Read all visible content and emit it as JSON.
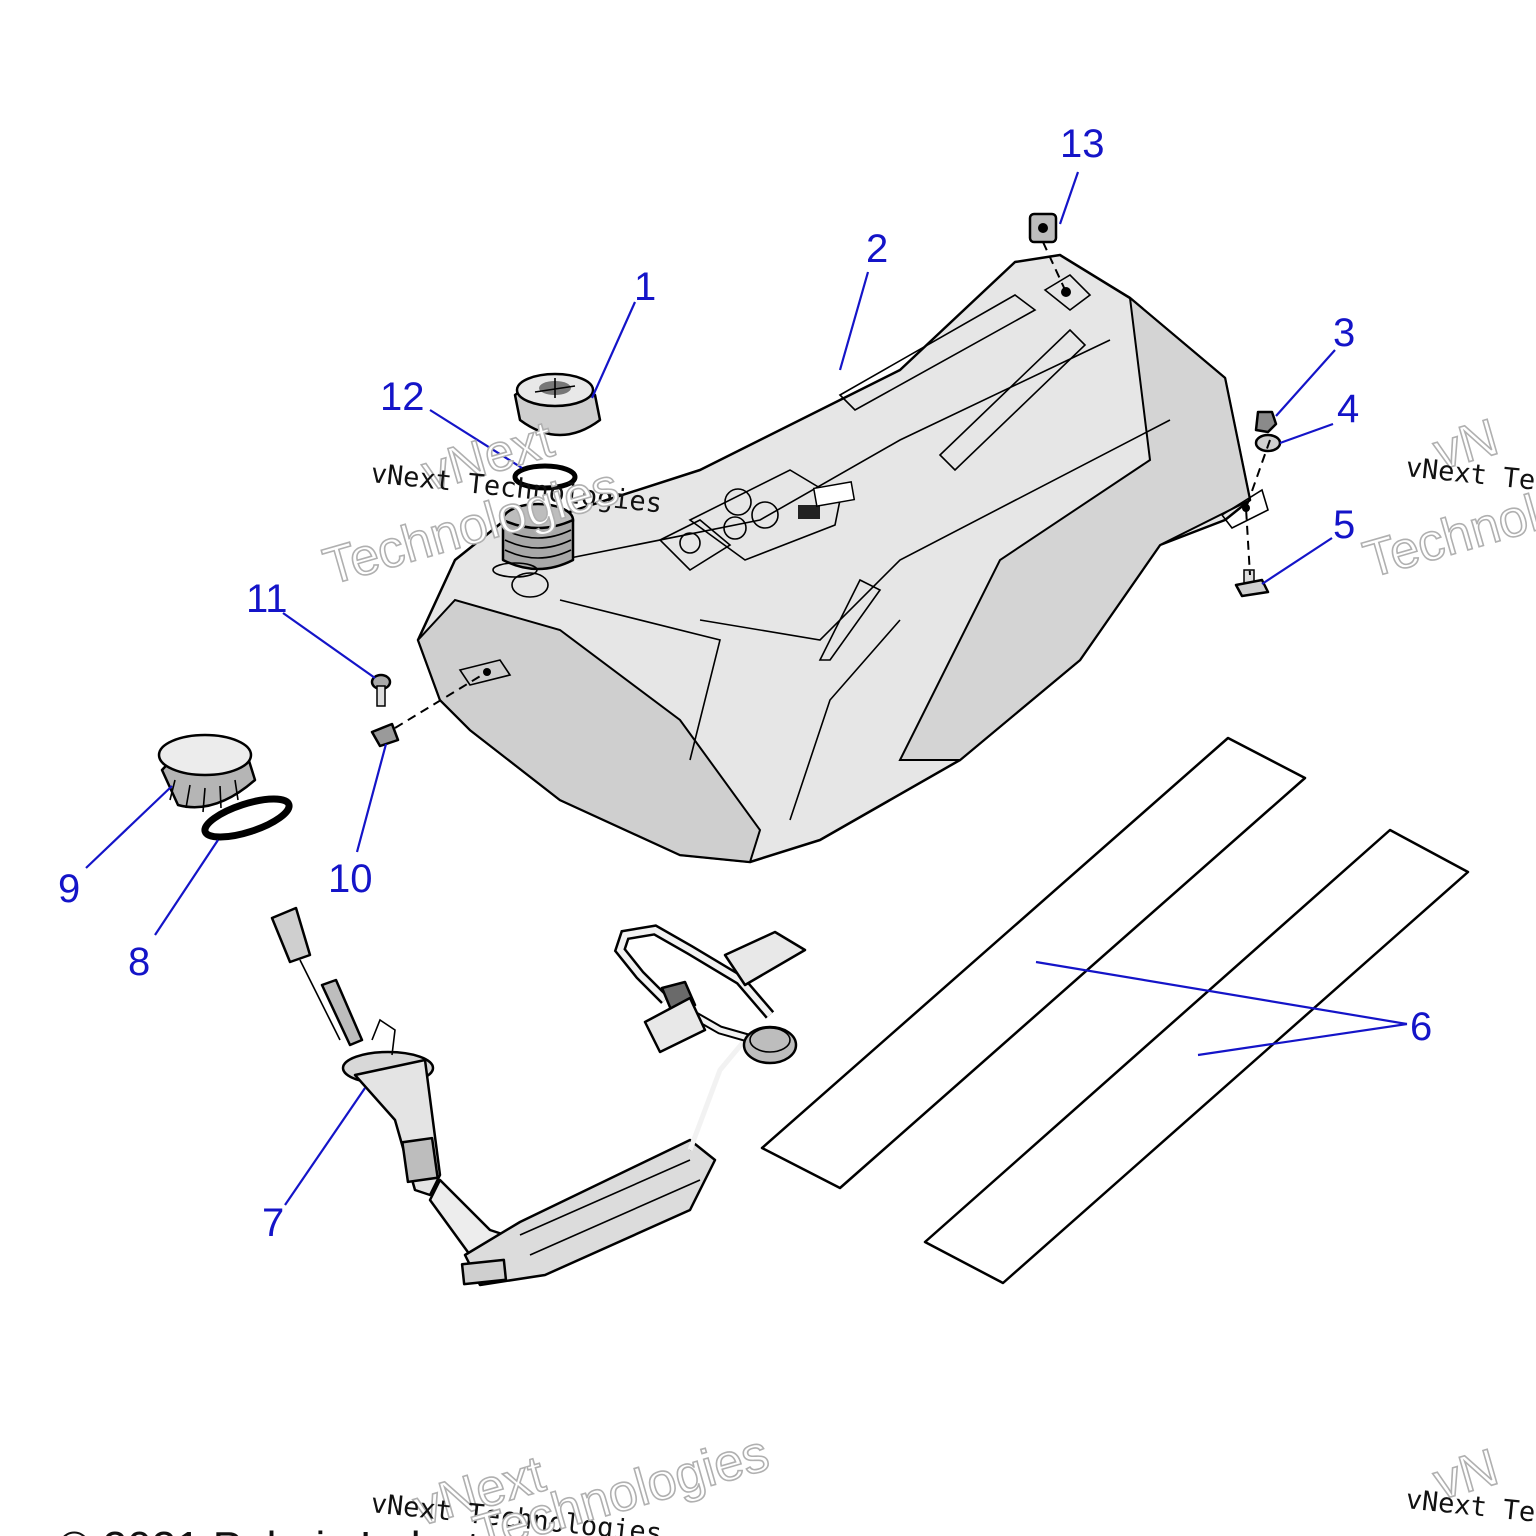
{
  "diagram": {
    "callouts": [
      {
        "id": "1",
        "label": "1"
      },
      {
        "id": "2",
        "label": "2"
      },
      {
        "id": "3",
        "label": "3"
      },
      {
        "id": "4",
        "label": "4"
      },
      {
        "id": "5",
        "label": "5"
      },
      {
        "id": "6",
        "label": "6"
      },
      {
        "id": "7",
        "label": "7"
      },
      {
        "id": "8",
        "label": "8"
      },
      {
        "id": "9",
        "label": "9"
      },
      {
        "id": "10",
        "label": "10"
      },
      {
        "id": "11",
        "label": "11"
      },
      {
        "id": "12",
        "label": "12"
      },
      {
        "id": "13",
        "label": "13"
      }
    ],
    "callout_color": "#1414c8"
  },
  "watermark": {
    "company": "vNext Technologies",
    "word_1": "vNext",
    "word_2": "Technologies",
    "partial_right": "vNext Te",
    "partial_vn": "vN",
    "partial_tech": "Technol"
  },
  "footer": {
    "copyright": "© 2021 Polaris Industr"
  }
}
